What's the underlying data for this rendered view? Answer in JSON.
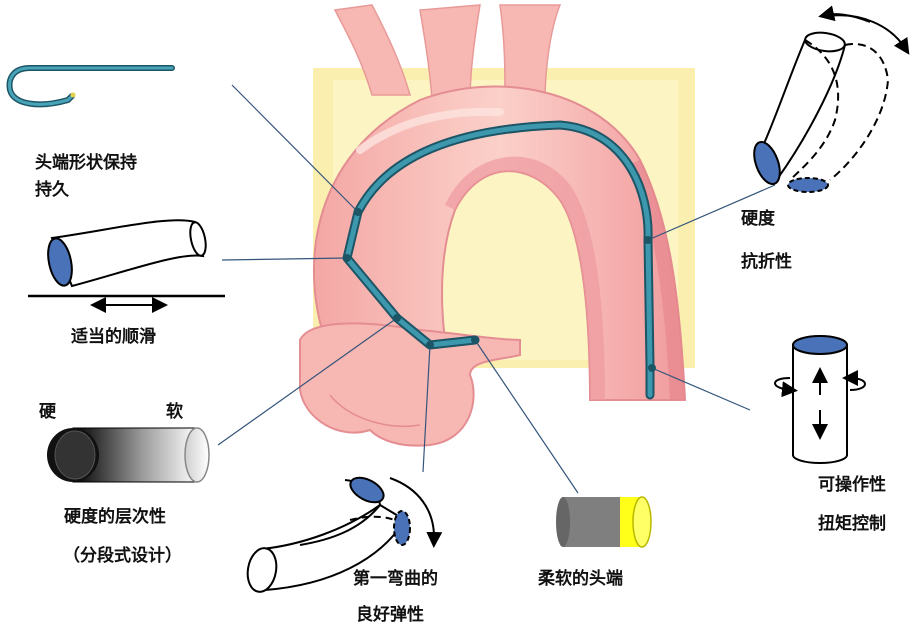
{
  "labels": {
    "tip_shape_1": "头端形状保持",
    "tip_shape_2": "持久",
    "smooth": "适当的顺滑",
    "hard": "硬",
    "soft": "软",
    "hierarchy_1": "硬度的层次性",
    "hierarchy_2": "（分段式设计）",
    "first_curve_1": "第一弯曲的",
    "first_curve_2": "良好弹性",
    "soft_tip": "柔软的头端",
    "stiffness_1": "硬度",
    "stiffness_2": "抗折性",
    "torque_1": "可操作性",
    "torque_2": "扭矩控制"
  },
  "colors": {
    "catheter": "#2e7f95",
    "catheter_dark": "#1c5566",
    "aorta": "#f7b8b3",
    "aorta_dark": "#e07b82",
    "background_panel": "#fbefb0",
    "cylinder_blue": "#4a72b8",
    "tip_yellow": "#ffff1a",
    "tube_gray": "#7f7f7f"
  }
}
